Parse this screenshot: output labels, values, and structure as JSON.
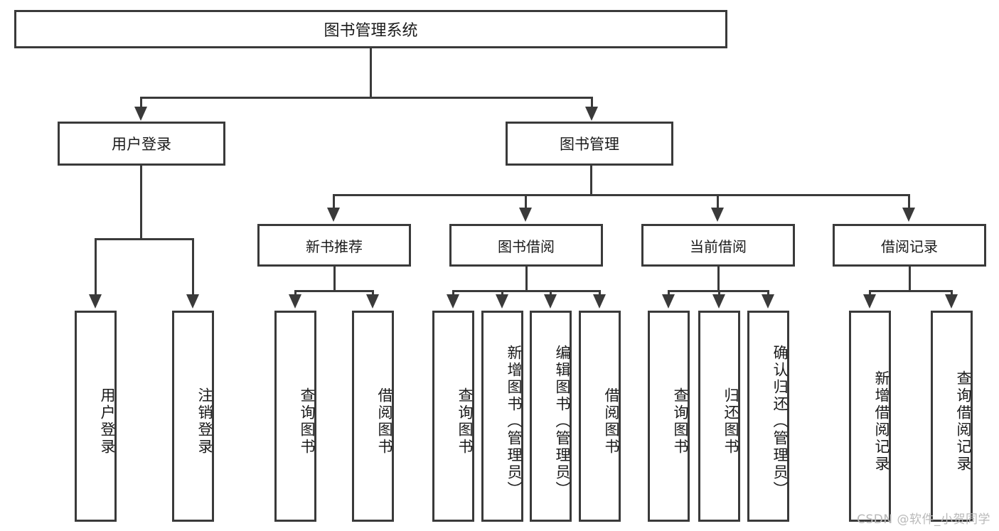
{
  "diagram": {
    "type": "tree",
    "title": "图书管理系统",
    "watermark": "CSDN @软件_小贺同学",
    "root": {
      "label": "图书管理系统",
      "level": 1
    },
    "level2": [
      {
        "label": "用户登录"
      },
      {
        "label": "图书管理"
      }
    ],
    "level3": [
      {
        "label": "新书推荐"
      },
      {
        "label": "图书借阅"
      },
      {
        "label": "当前借阅"
      },
      {
        "label": "借阅记录"
      }
    ],
    "leaves": {
      "user_login": [
        {
          "label": "用户登录"
        },
        {
          "label": "注销登录"
        }
      ],
      "new_book_recommend": [
        {
          "label": "查询图书"
        },
        {
          "label": "借阅图书"
        }
      ],
      "book_borrow": [
        {
          "label": "查询图书"
        },
        {
          "label": "新增图书（管理员）"
        },
        {
          "label": "编辑图书（管理员）"
        },
        {
          "label": "借阅图书"
        }
      ],
      "current_borrow": [
        {
          "label": "查询图书"
        },
        {
          "label": "归还图书"
        },
        {
          "label": "确认归还（管理员）"
        }
      ],
      "borrow_record": [
        {
          "label": "新增借阅记录"
        },
        {
          "label": "查询借阅记录"
        }
      ]
    },
    "colors": {
      "stroke": "#3a3a3a",
      "fill": "#ffffff",
      "text": "#1a1a1a",
      "watermark": "#b9b9b9"
    }
  }
}
